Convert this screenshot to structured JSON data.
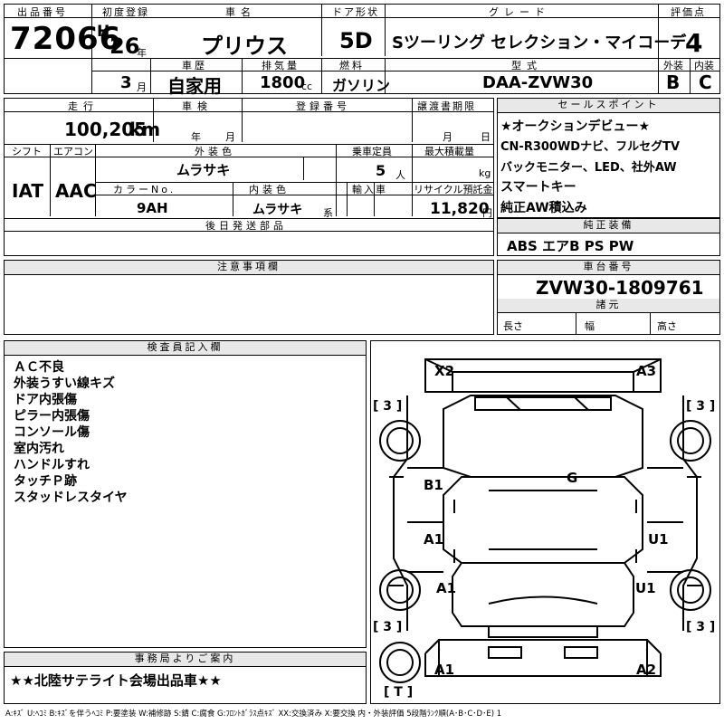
{
  "header": {
    "lot_label": "出品番号",
    "lot": "72066",
    "reg_label": "初度登録",
    "era": "H",
    "year": "26",
    "year_unit": "年",
    "month": "3",
    "month_unit": "月",
    "name_label": "車名",
    "name": "プリウス",
    "door_label": "ドア形状",
    "door": "5D",
    "grade_label": "グレード",
    "grade": "Sツーリング セレクション・マイコーデ",
    "score_label": "評価点",
    "score": "4",
    "history_label": "車歴",
    "history": "自家用",
    "disp_label": "排気量",
    "disp": "1800",
    "disp_unit": "cc",
    "fuel_label": "燃料",
    "fuel": "ガソリン",
    "model_label": "型式",
    "model": "DAA-ZVW30",
    "ext_label": "外装",
    "ext": "B",
    "int_label": "内装",
    "int": "C"
  },
  "specs": {
    "mileage_label": "走行",
    "mileage": "100,205",
    "mileage_unit": "km",
    "inspection_label": "車検",
    "insp_year_unit": "年",
    "insp_month_unit": "月",
    "plate_label": "登録番号",
    "transfer_label": "譲渡書期限",
    "transfer_month_unit": "月",
    "transfer_day_unit": "日",
    "shift_label": "シフト",
    "shift": "IAT",
    "ac_label": "エアコン",
    "ac": "AAC",
    "ext_color_label": "外装色",
    "ext_color": "ムラサキ",
    "capacity_label": "乗車定員",
    "capacity": "5",
    "capacity_unit": "人",
    "load_label": "最大積載量",
    "load_unit": "kg",
    "color_no_label": "カラーNo.",
    "color_no": "9AH",
    "int_color_label": "内装色",
    "int_color": "ムラサキ",
    "int_color_unit": "系",
    "import_label": "輸入車",
    "recycle_label": "リサイクル預託金",
    "recycle": "11,820",
    "recycle_unit": "円",
    "later_label": "後日発送部品"
  },
  "sales": {
    "label": "セールスポイント",
    "lines": [
      "★オークションデビュー★",
      "CN-R300WDナビ、フルセグTV",
      "バックモニター、LED、社外AW",
      "スマートキー",
      "純正AW積込み"
    ]
  },
  "equip": {
    "label": "純正装備",
    "value": "ABS エアB PS PW"
  },
  "notes_label": "注意事項欄",
  "chassis": {
    "label": "車台番号",
    "value": "ZVW30-1809761",
    "spec_label": "諸元",
    "length": "長さ",
    "width": "幅",
    "height": "高さ"
  },
  "inspector": {
    "label": "検査員記入欄",
    "lines": [
      "ＡＣ不良",
      "外装うすい線キズ",
      "ドア内張傷",
      "ピラー内張傷",
      "コンソール傷",
      "室内汚れ",
      "ハンドルすれ",
      "タッチＰ跡",
      "スタッドレスタイヤ"
    ]
  },
  "office": {
    "label": "事務局よりご案内",
    "text": "★★北陸サテライト会場出品車★★"
  },
  "diagram": {
    "tl": "X2",
    "tr": "A3",
    "tire_l1": "[ 3 ]",
    "tire_r1": "[ 3 ]",
    "tire_l2": "[ 3 ]",
    "tire_r2": "[ 3 ]",
    "spare": "[ T ]",
    "b1": "B1",
    "g": "G",
    "a1_mid": "A1",
    "u1_mid": "U1",
    "a1_low": "A1",
    "u1_low": "U1",
    "a1_bot": "A1",
    "a2_bot": "A2"
  },
  "legend": "A:ｷｽﾞ U:ﾍｺﾐ B:ｷｽﾞを伴うﾍｺﾐ P:要塗装 W:補修跡 S:錆 C:腐食 G:ﾌﾛﾝﾄｶﾞﾗｽ点ｷｽﾞ XX:交換済み X:要交換 内・外装評価 5段階ﾗﾝｸ順(A･B･C･D･E) 1"
}
